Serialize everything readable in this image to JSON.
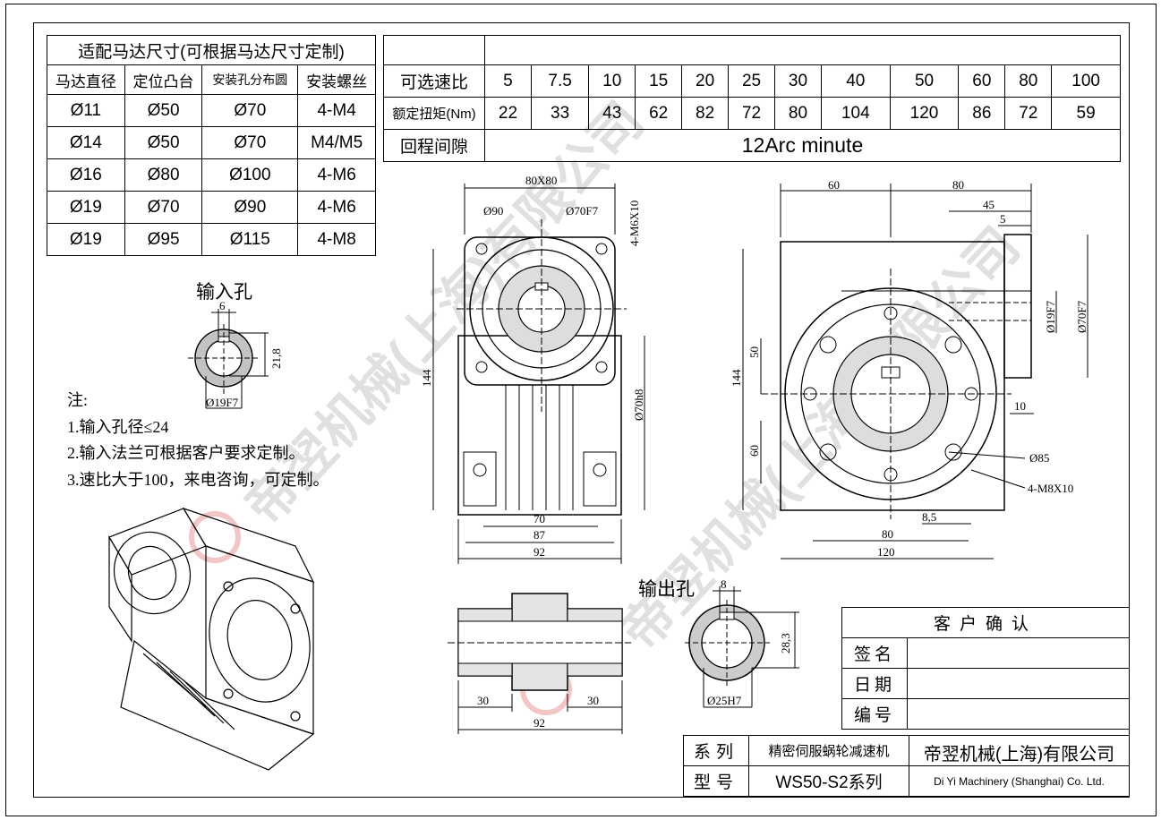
{
  "motor_table": {
    "title": "适配马达尺寸(可根据马达尺寸定制)",
    "headers": [
      "马达直径",
      "定位凸台",
      "安装孔分布圆",
      "安装螺丝"
    ],
    "rows": [
      [
        "Ø11",
        "Ø50",
        "Ø70",
        "4-M4"
      ],
      [
        "Ø14",
        "Ø50",
        "Ø70",
        "M4/M5"
      ],
      [
        "Ø16",
        "Ø80",
        "Ø100",
        "4-M6"
      ],
      [
        "Ø19",
        "Ø70",
        "Ø90",
        "4-M6"
      ],
      [
        "Ø19",
        "Ø95",
        "Ø115",
        "4-M8"
      ]
    ]
  },
  "ratio_table": {
    "ratio_label": "可选速比",
    "ratios": [
      "5",
      "7.5",
      "10",
      "15",
      "20",
      "25",
      "30",
      "40",
      "50",
      "60",
      "80",
      "100"
    ],
    "torque_label": "额定扭矩(Nm)",
    "torques": [
      "22",
      "33",
      "43",
      "62",
      "82",
      "72",
      "80",
      "104",
      "120",
      "86",
      "72",
      "59"
    ],
    "backlash_label": "回程间隙",
    "backlash_value": "12Arc minute"
  },
  "input_hole": {
    "title": "输入孔",
    "key_width": "6",
    "key_height": "21,8",
    "bore": "Ø19F7"
  },
  "notes": {
    "title": "注:",
    "items": [
      "1.输入孔径≤24",
      "2.输入法兰可根据客户要求定制。",
      "3.速比大于100，来电咨询，可定制。"
    ]
  },
  "front_view": {
    "flange": "80X80",
    "d_pcd": "Ø90",
    "d_pilot": "Ø70F7",
    "thread": "4-M6X10",
    "height": "144",
    "d_body": "Ø70h8",
    "w70": "70",
    "w87": "87",
    "w92": "92"
  },
  "side_view": {
    "top_left": "60",
    "top_right": "80",
    "d45": "45",
    "d5": "5",
    "d19f7": "Ø19F7",
    "d70f7": "Ø70F7",
    "height": "144",
    "h50": "50",
    "h60": "60",
    "d10": "10",
    "d85": "Ø85",
    "thread": "4-M8X10",
    "d85b": "8,5",
    "w80": "80",
    "w120": "120"
  },
  "shaft_view": {
    "left": "30",
    "right": "30",
    "total": "92"
  },
  "output_hole": {
    "title": "输出孔",
    "key_width": "8",
    "key_height": "28,3",
    "bore": "Ø25H7"
  },
  "confirm": {
    "title": "客户确认",
    "signature": "签名",
    "date": "日期",
    "number": "编号"
  },
  "title_block": {
    "series_label": "系列",
    "series_value": "精密伺服蜗轮减速机",
    "model_label": "型号",
    "model_value": "WS50-S2系列",
    "company": "帝翌机械(上海)有限公司",
    "company_en": "Di Yi Machinery (Shanghai) Co. Ltd."
  },
  "watermark": "帝翌机械(上海)有限公司",
  "colors": {
    "line": "#000000",
    "watermark": "#d9d9d9",
    "logo_red": "#f3c6c6"
  }
}
